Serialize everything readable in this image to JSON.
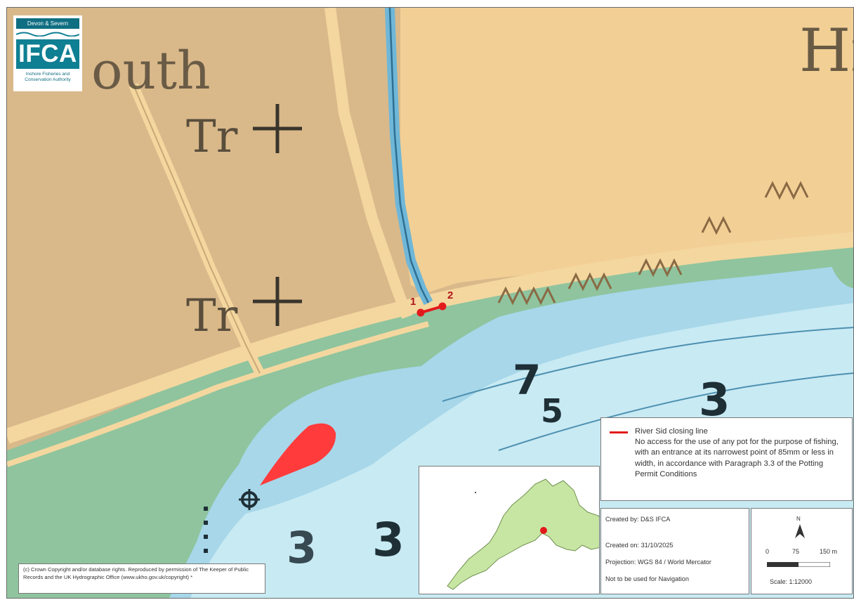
{
  "logo": {
    "org_band": "Devon & Severn",
    "acronym": "IFCA",
    "org_subtitle": "Inshore Fisheries and Conservation Authority"
  },
  "chart_labels": {
    "place_name_left": "outh",
    "place_name_right": "Hi",
    "tower_1": "Tr",
    "tower_2": "Tr",
    "soundings": [
      "7",
      "5",
      "3",
      "3",
      "3"
    ]
  },
  "closing_line": {
    "point_1": "1",
    "point_2": "2",
    "color": "#e31a1c"
  },
  "legend": {
    "title": "River Sid closing line",
    "description": "No access for the use of any pot for the purpose of fishing, with an entrance at its narrowest point of 85mm or less in width, in accordance with Paragraph 3.3 of the Potting Permit Conditions"
  },
  "info": {
    "created_by": "Created by: D&S IFCA",
    "created_on": "Created on: 31/10/2025",
    "projection": "Projection: WGS 84 / World Mercator",
    "navigation": "Not to be used for Navigation"
  },
  "scale": {
    "north_label": "N",
    "ticks": [
      "0",
      "75",
      "150 m"
    ],
    "ratio": "Scale: 1:12000"
  },
  "copyright": "(c) Crown Copyright and/or database rights. Reproduced by permission of The Keeper of Public Records and the UK Hydrographic Office (www.ukho.gov.uk/copyright) *",
  "colors": {
    "land": "#d9b98a",
    "built_up": "#f2cf95",
    "intertidal": "#8fc49e",
    "shallow_water": "#a7d7e9",
    "deep_water": "#c8eaf3",
    "restricted_area": "#ff3b3b",
    "inset_land": "#c8e6a3"
  }
}
